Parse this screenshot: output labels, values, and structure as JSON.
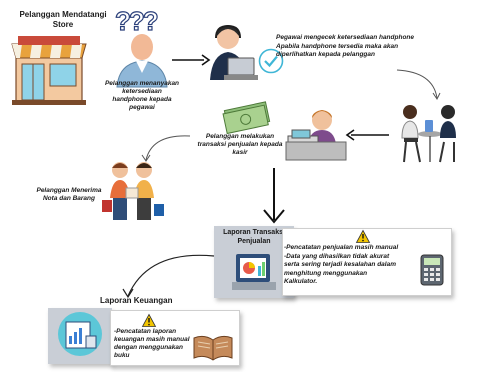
{
  "store": {
    "title": "Pelanggan Mendatangi\nStore"
  },
  "customer": {
    "ask_caption": "Pelanggan menanyakan\nketersediaan\nhandphone kepada\npegawai",
    "question_marks": "???"
  },
  "employee": {
    "check_caption": "Pegawai mengecek ketersediaan handphone\nApabila handphone tersedia maka akan\ndiperlihatkan kepada pelanggan"
  },
  "payment": {
    "caption": "Pelanggan melakukan\ntransaksi penjualan kepada\nkasir"
  },
  "receipt": {
    "caption": "Pelanggan Menerima\nNota dan Barang"
  },
  "sales_report": {
    "title": "Laporan Transaksi\nPenjualan",
    "notes": "-Pencatatan penjualan masih manual\n-Data yang dihasilkan tidak akurat\nserta sering terjadi kesalahan dalam\nmenghitung menggunakan\nKalkulator."
  },
  "finance_report": {
    "title": "Laporan Keuangan",
    "notes": "-Pencatatan laporan\nkeuangan masih manual\ndengan menggunakan\nbuku"
  },
  "colors": {
    "panel": "#c9ced6",
    "panel_dark": "#bfc5ce",
    "warning": "#f2c500",
    "accent_blue": "#3b7fd4"
  },
  "icons": [
    "store-icon",
    "question-icon",
    "customer-icon",
    "support-agent-icon",
    "laptop-icon",
    "check-icon",
    "meeting-icon",
    "cashier-icon",
    "money-icon",
    "shopping-couple-icon",
    "warning-icon",
    "calculator-icon",
    "report-icon",
    "finance-icon",
    "book-icon"
  ]
}
